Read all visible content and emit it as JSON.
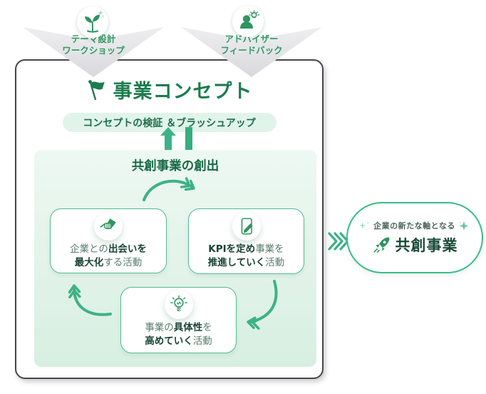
{
  "colors": {
    "accent_green": "#2e9560",
    "title_green": "#1d7c4e",
    "arrow_green": "#3cb287",
    "banner_text_green": "#2f9b63",
    "banner_gray": "#e0e0e4",
    "pill_mint": "#e1f4ea",
    "panel_mint_top": "#edf8f2",
    "panel_mint_bottom": "#d7efe1",
    "card_border_green": "#54ba92",
    "capsule_border_green": "#38bd86",
    "card_text_bold": "#1b4336",
    "card_text_regular": "#567c6c",
    "box_border_dark": "#46464c"
  },
  "banners": [
    {
      "icon": "sprout-icon",
      "lines": [
        "テーマ設計",
        "ワークショップ"
      ]
    },
    {
      "icon": "advisor-icon",
      "lines": [
        "アドバイザー",
        "フィードバック"
      ]
    }
  ],
  "main_box": {
    "title": "事業コンセプト",
    "subtitle_pill": "コンセプトの検証 ＆ブラッシュアップ",
    "cycle": {
      "title": "共創事業の創出",
      "cards": [
        {
          "icon": "handshake-icon",
          "line1": [
            {
              "text": "企業との",
              "bold": false
            },
            {
              "text": "出会いを",
              "bold": true
            }
          ],
          "line2": [
            {
              "text": "最大化",
              "bold": true
            },
            {
              "text": "する活動",
              "bold": false
            }
          ]
        },
        {
          "icon": "doc-pencil-icon",
          "line1": [
            {
              "text": "KPIを定め",
              "bold": true
            },
            {
              "text": "事業を",
              "bold": false
            }
          ],
          "line2": [
            {
              "text": "推進していく",
              "bold": true
            },
            {
              "text": "活動",
              "bold": false
            }
          ]
        },
        {
          "icon": "bulb-icon",
          "line1": [
            {
              "text": "事業の",
              "bold": false
            },
            {
              "text": "具体性",
              "bold": true
            },
            {
              "text": "を",
              "bold": false
            }
          ],
          "line2": [
            {
              "text": "高めていく",
              "bold": true
            },
            {
              "text": "活動",
              "bold": false
            }
          ]
        }
      ]
    }
  },
  "outcome": {
    "icon": "rocket-icon",
    "tagline": "企業の新たな軸となる",
    "title": "共創事業"
  }
}
